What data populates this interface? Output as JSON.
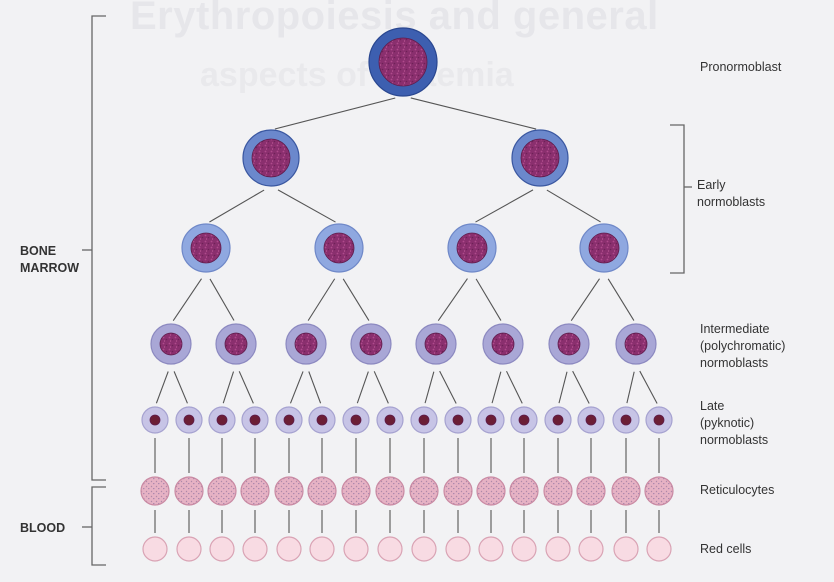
{
  "background_text": {
    "line1": "Erythropoiesis and general",
    "line2": "aspects of anaemia"
  },
  "stages": [
    {
      "key": "pronormoblast",
      "label": "Pronormoblast",
      "count": 1,
      "parents": null
    },
    {
      "key": "early_1",
      "label": "",
      "count": 2,
      "parents": "pronormoblast"
    },
    {
      "key": "early_2",
      "label": "",
      "count": 4,
      "parents": "early_1"
    },
    {
      "key": "intermediate",
      "label": "Intermediate\n(polychromatic)\nnormoblasts",
      "count": 8,
      "parents": "early_2"
    },
    {
      "key": "late",
      "label": "Late\n(pyknotic)\nnormoblasts",
      "count": 16,
      "parents": "intermediate"
    },
    {
      "key": "reticulocytes",
      "label": "Reticulocytes",
      "count": 16,
      "parents": "late"
    },
    {
      "key": "red_cells",
      "label": "Red cells",
      "count": 16,
      "parents": "reticulocytes"
    }
  ],
  "group_labels": {
    "early_normoblasts": "Early\nnormoblasts",
    "bone_marrow": "BONE\nMARROW",
    "blood": "BLOOD"
  },
  "colors": {
    "line": "#555555",
    "bracket": "#666666",
    "nucleus": "#8a2f6e",
    "pyknotic_nucleus": "#6b1e35",
    "pronormoblast_cytoplasm": "#3d5fb0",
    "early_cytoplasm": "#6b88cc",
    "early2_cytoplasm": "#8fa8e0",
    "intermediate_cytoplasm": "#a9a7d6",
    "late_cytoplasm": "#c7c4e6",
    "reticulocyte": "#e6b2c4",
    "red_cell": "#f8dbe3"
  }
}
